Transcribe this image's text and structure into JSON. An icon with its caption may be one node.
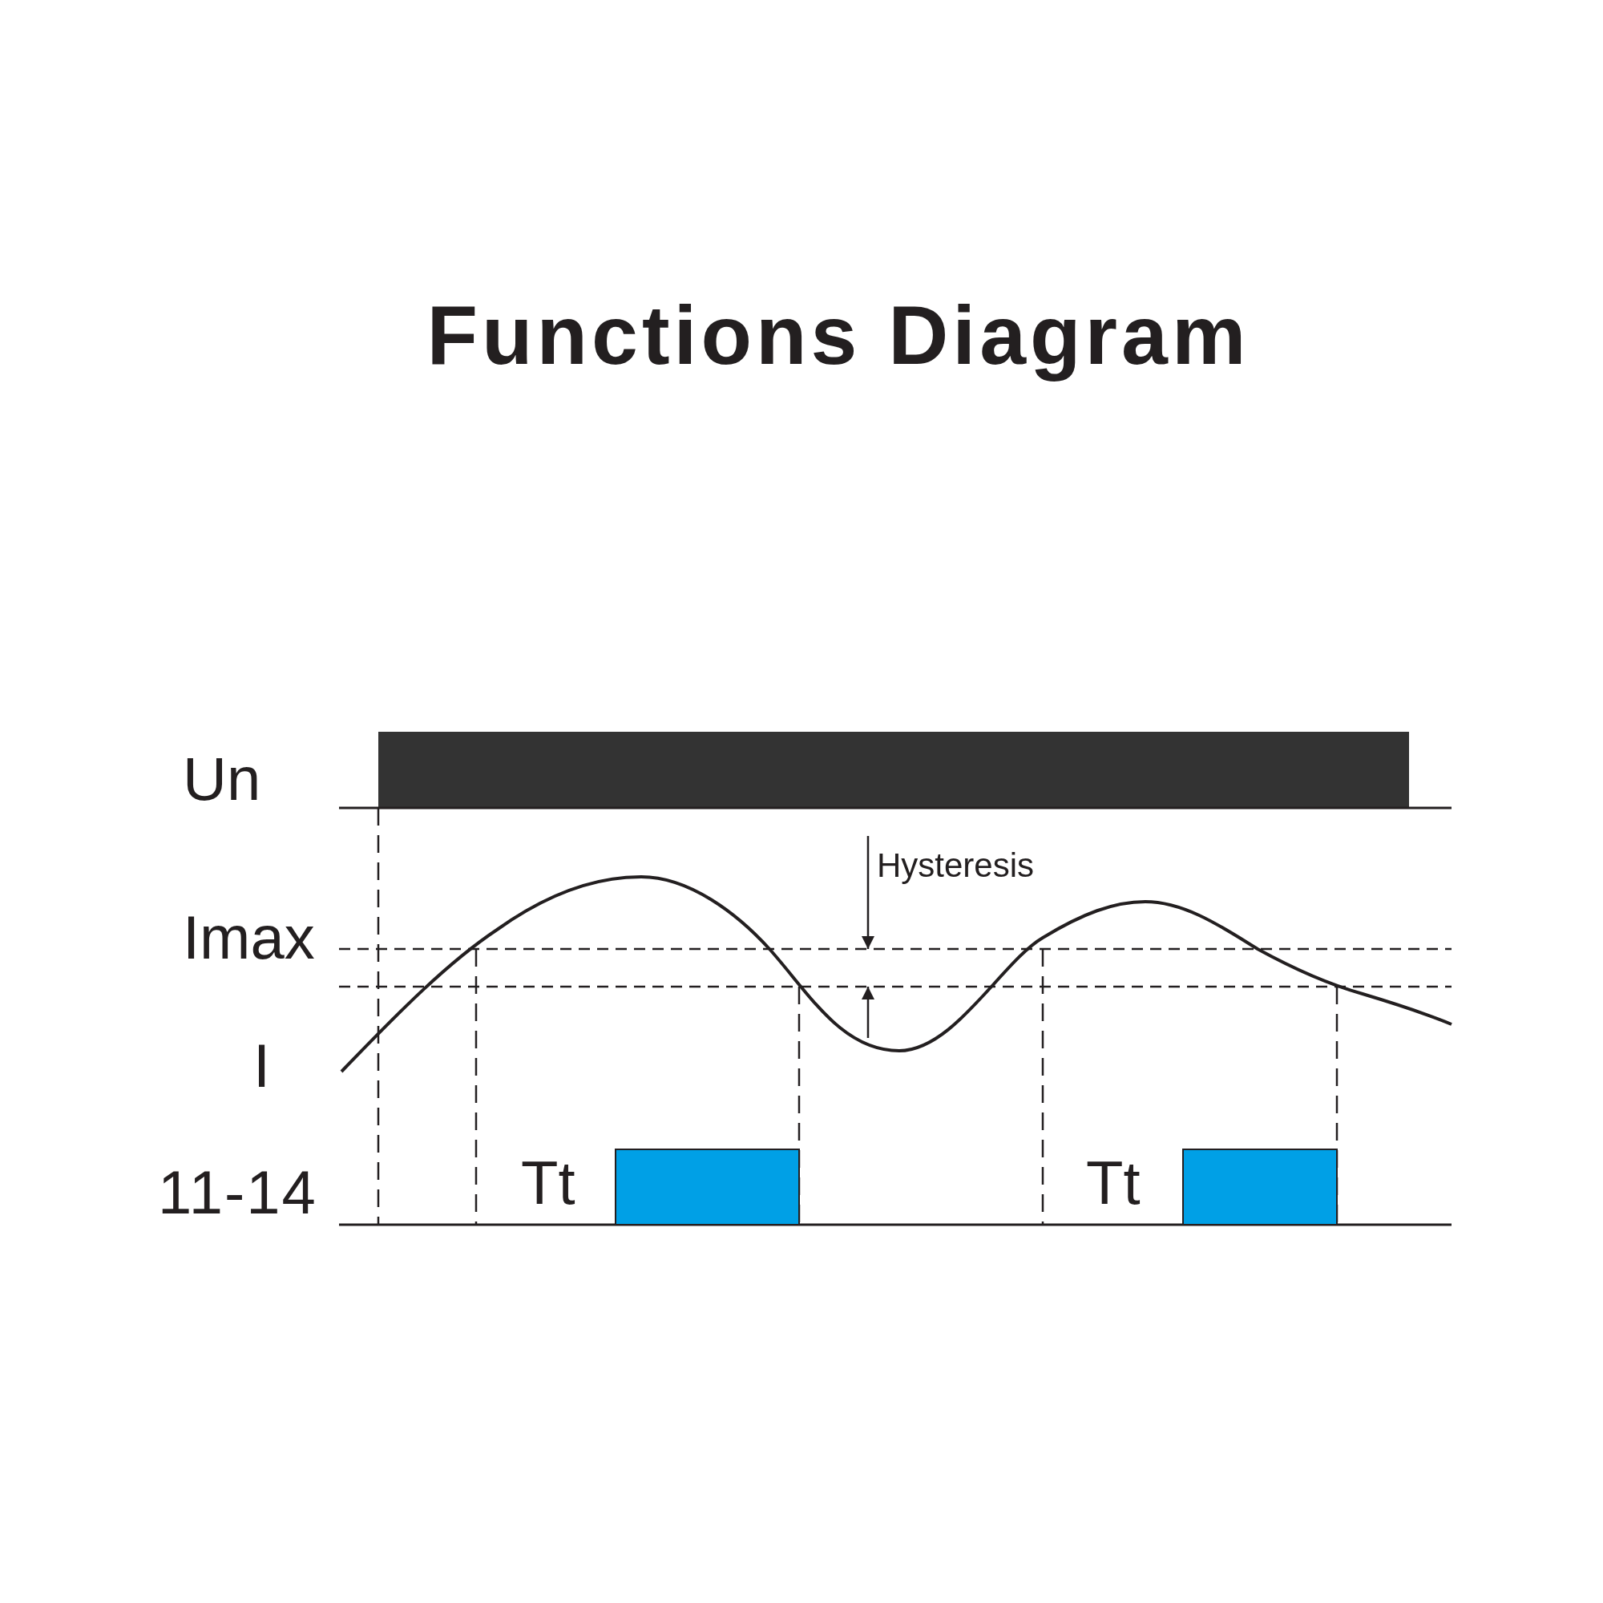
{
  "diagram": {
    "title": "Functions Diagram",
    "labels": [
      "Un",
      "Hysteresis",
      "Imax",
      "I",
      "11-14",
      "Tt",
      "Tt"
    ]
  }
}
